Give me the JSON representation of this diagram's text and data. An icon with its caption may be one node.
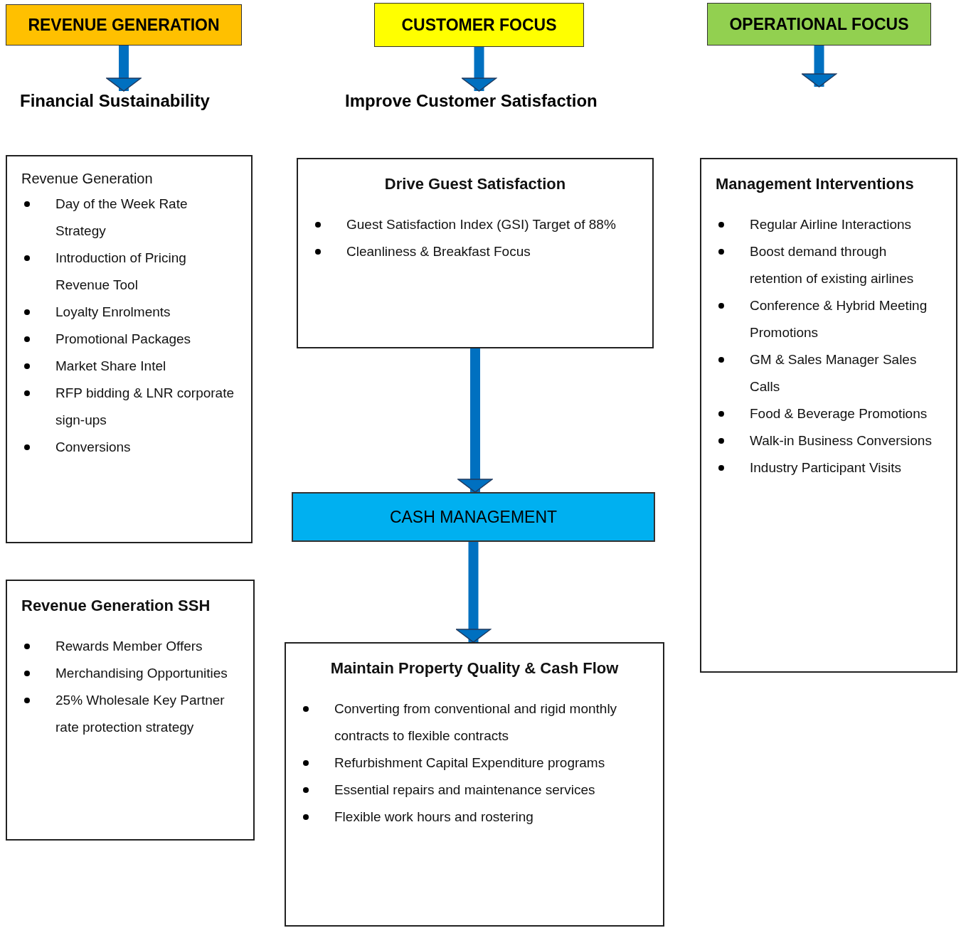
{
  "diagram": {
    "nodes": [
      {
        "text": [
          "REVENUE GENERATION"
        ]
      },
      {
        "text": [
          "Financial Sustainability"
        ]
      },
      {
        "text": [
          "CUSTOMER FOCUS"
        ]
      },
      {
        "text": [
          "Improve Customer Satisfaction"
        ]
      },
      {
        "text": [
          "OPERATIONAL FOCUS"
        ]
      },
      {
        "text": [
          "Revenue Generation",
          "Day of the Week Rate Strategy",
          "Introduction of Pricing Revenue Tool",
          "Loyalty Enrolments",
          "Promotional Packages",
          "Market Share Intel",
          "RFP bidding & LNR corporate sign-ups",
          "Conversions"
        ]
      },
      {
        "text": [
          "Drive Guest Satisfaction",
          "Guest Satisfaction Index (GSI) Target of 88%",
          "Cleanliness & Breakfast Focus"
        ]
      },
      {
        "text": [
          "Management Interventions",
          "Regular Airline Interactions",
          "Boost demand through retention of existing airlines",
          "Conference & Hybrid Meeting Promotions",
          "GM & Sales Manager Sales Calls",
          "Food & Beverage Promotions",
          "Walk-in Business Conversions",
          "Industry Participant Visits"
        ]
      },
      {
        "text": [
          "CASH MANAGEMENT"
        ]
      },
      {
        "text": [
          "Revenue Generation SSH",
          "Rewards Member Offers",
          "Merchandising Opportunities",
          "25% Wholesale Key Partner rate protection strategy"
        ]
      },
      {
        "text": [
          "Maintain Property Quality & Cash Flow",
          "Converting from conventional and rigid monthly contracts to flexible contracts",
          "Refurbishment Capital Expenditure programs",
          "Essential repairs and maintenance services",
          "Flexible work hours and rostering"
        ]
      }
    ],
    "edges": [
      {
        "from": 0,
        "to": 1,
        "arrow": "to"
      },
      {
        "from": 2,
        "to": 3,
        "arrow": "to"
      },
      {
        "from": 4,
        "to": null,
        "arrow": "to"
      },
      {
        "from": 6,
        "to": 8,
        "arrow": "to"
      },
      {
        "from": 8,
        "to": 10,
        "arrow": "to"
      }
    ]
  }
}
